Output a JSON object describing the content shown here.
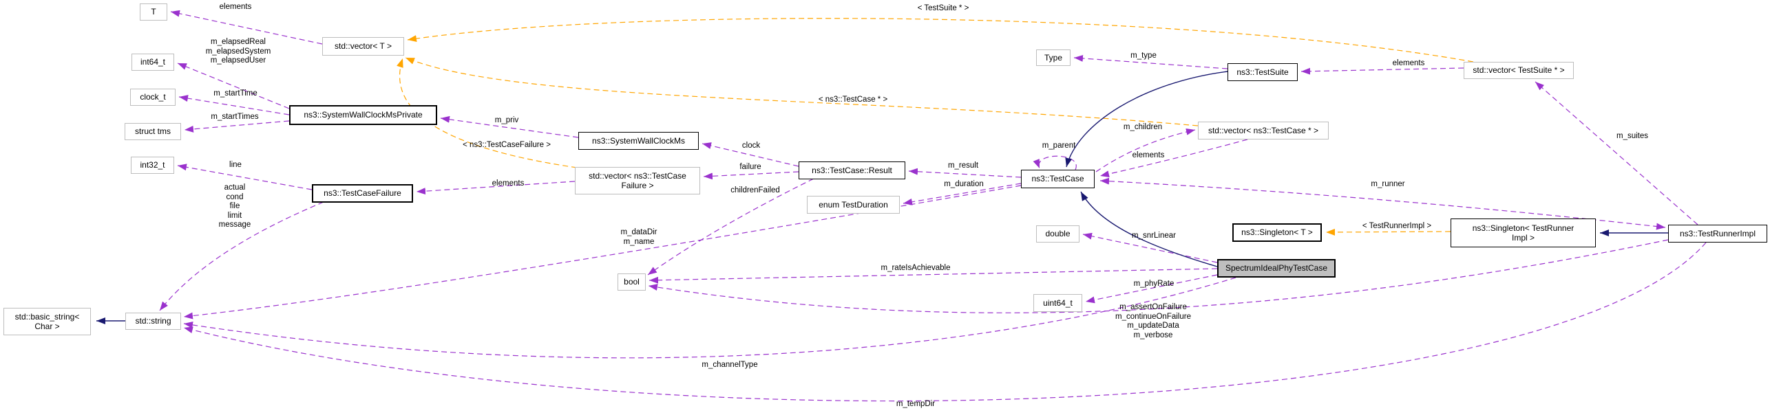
{
  "diagram": {
    "colors": {
      "usage": "#9a32cd",
      "template": "#ffa500",
      "inheritance": "#191970",
      "ext_border": "#bdbdbd",
      "cls_border": "#000000",
      "focus_fill": "#bfbfbf"
    },
    "nodes": [
      {
        "label": "T"
      },
      {
        "label": "std::vector< T >"
      },
      {
        "label": "int64_t"
      },
      {
        "label": "clock_t"
      },
      {
        "label": "struct tms"
      },
      {
        "label": "ns3::SystemWallClockMsPrivate"
      },
      {
        "label": "int32_t"
      },
      {
        "label": "ns3::TestCaseFailure"
      },
      {
        "label": "std::vector< ns3::TestCase\nFailure >"
      },
      {
        "label": "ns3::SystemWallClockMs"
      },
      {
        "label": "ns3::TestCase::Result"
      },
      {
        "label": "enum TestDuration"
      },
      {
        "label": "bool"
      },
      {
        "label": "std::basic_string<\nChar >"
      },
      {
        "label": "std::string"
      },
      {
        "label": "ns3::TestCase"
      },
      {
        "label": "Type"
      },
      {
        "label": "ns3::TestSuite"
      },
      {
        "label": "std::vector< ns3::TestCase * >"
      },
      {
        "label": "std::vector< TestSuite * >"
      },
      {
        "label": "double"
      },
      {
        "label": "uint64_t"
      },
      {
        "label": "ns3::Singleton< T >"
      },
      {
        "label": "ns3::Singleton< TestRunner\nImpl >"
      },
      {
        "label": "SpectrumIdealPhyTestCase"
      },
      {
        "label": "ns3::TestRunnerImpl"
      }
    ],
    "edge_labels": [
      {
        "text": "elements"
      },
      {
        "text": "m_elapsedReal\nm_elapsedSystem\nm_elapsedUser"
      },
      {
        "text": "m_startTime"
      },
      {
        "text": "m_startTimes"
      },
      {
        "text": "m_priv"
      },
      {
        "text": "< ns3::TestCaseFailure >"
      },
      {
        "text": "line"
      },
      {
        "text": "actual\ncond\nfile\nlimit\nmessage"
      },
      {
        "text": "elements"
      },
      {
        "text": "< ns3::TestCase * >"
      },
      {
        "text": "< TestSuite * >"
      },
      {
        "text": "clock"
      },
      {
        "text": "failure"
      },
      {
        "text": "childrenFailed"
      },
      {
        "text": "m_result"
      },
      {
        "text": "m_duration"
      },
      {
        "text": "m_parent"
      },
      {
        "text": "m_children"
      },
      {
        "text": "elements"
      },
      {
        "text": "m_dataDir\nm_name"
      },
      {
        "text": "m_type"
      },
      {
        "text": "elements"
      },
      {
        "text": "m_suites"
      },
      {
        "text": "m_runner"
      },
      {
        "text": "< TestRunnerImpl >"
      },
      {
        "text": "m_snrLinear"
      },
      {
        "text": "m_rateIsAchievable"
      },
      {
        "text": "m_phyRate"
      },
      {
        "text": "m_assertOnFailure\nm_continueOnFailure\nm_updateData\nm_verbose"
      },
      {
        "text": "m_channelType"
      },
      {
        "text": "m_tempDir"
      }
    ]
  }
}
